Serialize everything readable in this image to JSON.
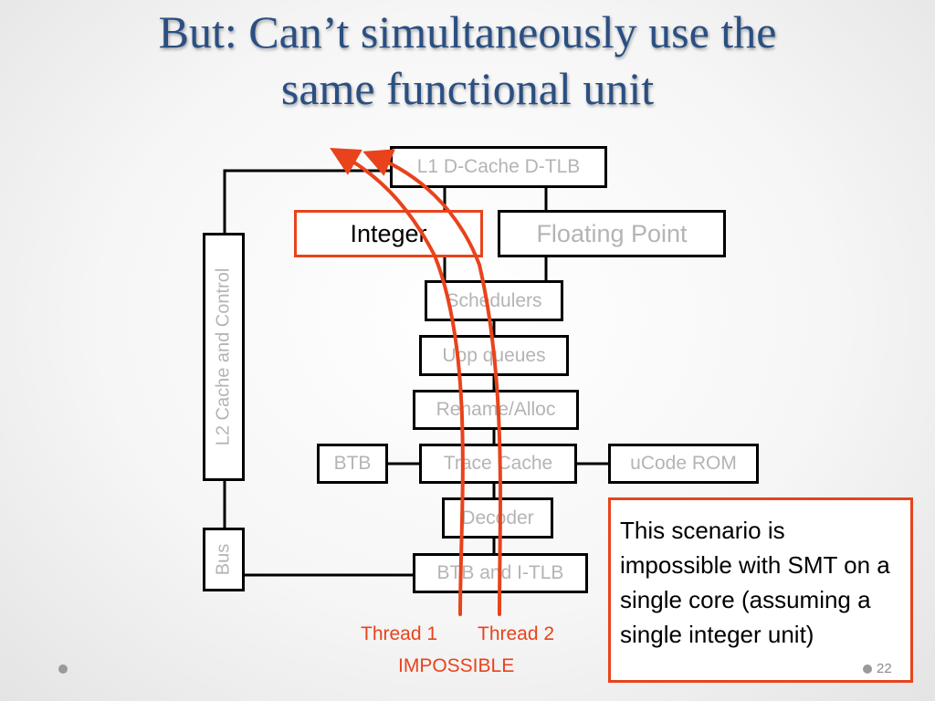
{
  "slide": {
    "title_line1": "But: Can’t simultaneously use  the",
    "title_line2": "same functional unit",
    "page_number": "22"
  },
  "diagram": {
    "l1_cache": "L1 D-Cache D-TLB",
    "integer": "Integer",
    "floating_point": "Floating Point",
    "schedulers": "Schedulers",
    "uop_queues": "Uop queues",
    "rename_alloc": "Rename/Alloc",
    "btb": "BTB",
    "trace_cache": "Trace Cache",
    "ucode_rom": "uCode ROM",
    "decoder": "Decoder",
    "btb_itlb": "BTB and I-TLB",
    "l2_cache": "L2 Cache and Control",
    "bus": "Bus"
  },
  "threads": {
    "thread1": "Thread 1",
    "thread2": "Thread 2",
    "status": "IMPOSSIBLE"
  },
  "note": {
    "text": "This scenario is impossible with SMT on a single core (assuming a single integer unit)"
  },
  "colors": {
    "title": "#2a4f82",
    "accent_red": "#e8431c",
    "box_text_muted": "#b4b4b4"
  }
}
